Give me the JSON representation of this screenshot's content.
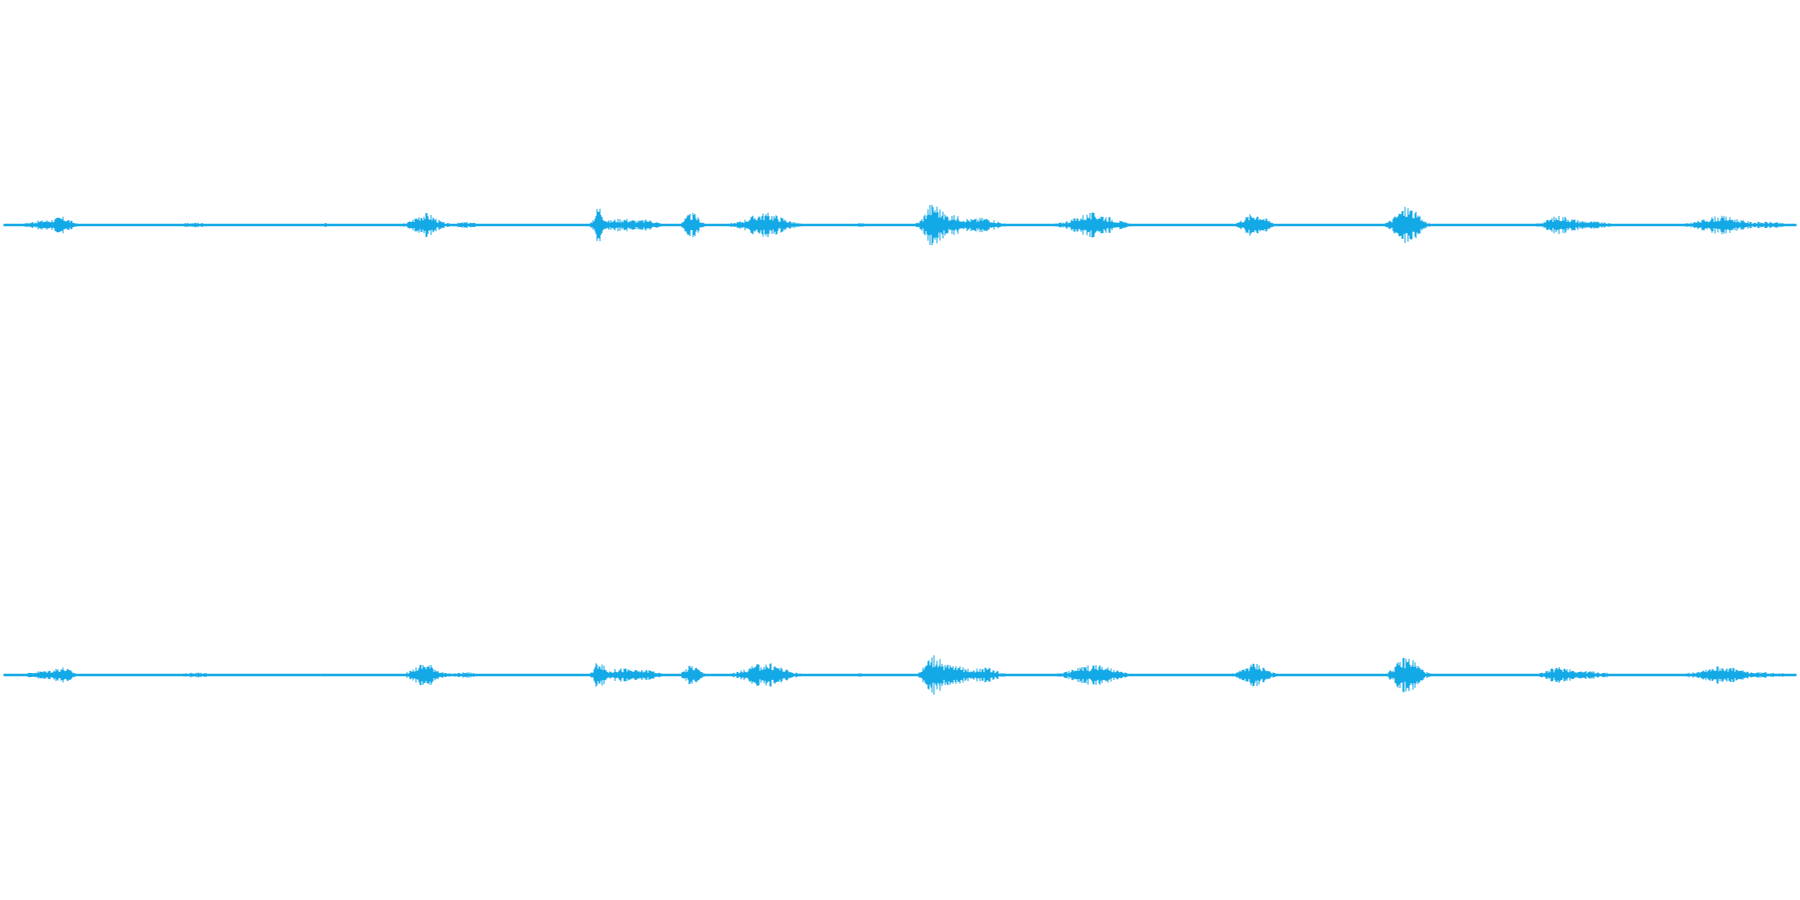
{
  "waveform": {
    "channel_count": 2,
    "color": "#13a9e6",
    "background": "#ffffff",
    "bursts": [
      {
        "pos": 0.022,
        "amp": 0.2,
        "spread": 0.01
      },
      {
        "pos": 0.033,
        "amp": 0.3,
        "spread": 0.006
      },
      {
        "pos": 0.107,
        "amp": 0.1,
        "spread": 0.008
      },
      {
        "pos": 0.18,
        "amp": 0.07,
        "spread": 0.003
      },
      {
        "pos": 0.235,
        "amp": 0.55,
        "spread": 0.008
      },
      {
        "pos": 0.258,
        "amp": 0.12,
        "spread": 0.007
      },
      {
        "pos": 0.332,
        "amp": 0.85,
        "spread": 0.003
      },
      {
        "pos": 0.345,
        "amp": 0.3,
        "spread": 0.01
      },
      {
        "pos": 0.36,
        "amp": 0.2,
        "spread": 0.006
      },
      {
        "pos": 0.384,
        "amp": 0.55,
        "spread": 0.005
      },
      {
        "pos": 0.425,
        "amp": 0.55,
        "spread": 0.013
      },
      {
        "pos": 0.478,
        "amp": 0.08,
        "spread": 0.003
      },
      {
        "pos": 0.518,
        "amp": 0.85,
        "spread": 0.005
      },
      {
        "pos": 0.528,
        "amp": 0.45,
        "spread": 0.012
      },
      {
        "pos": 0.548,
        "amp": 0.3,
        "spread": 0.008
      },
      {
        "pos": 0.608,
        "amp": 0.55,
        "spread": 0.014
      },
      {
        "pos": 0.698,
        "amp": 0.55,
        "spread": 0.008
      },
      {
        "pos": 0.783,
        "amp": 0.85,
        "spread": 0.008
      },
      {
        "pos": 0.868,
        "amp": 0.4,
        "spread": 0.009
      },
      {
        "pos": 0.885,
        "amp": 0.15,
        "spread": 0.012
      },
      {
        "pos": 0.958,
        "amp": 0.4,
        "spread": 0.014
      },
      {
        "pos": 0.985,
        "amp": 0.12,
        "spread": 0.01
      }
    ]
  }
}
